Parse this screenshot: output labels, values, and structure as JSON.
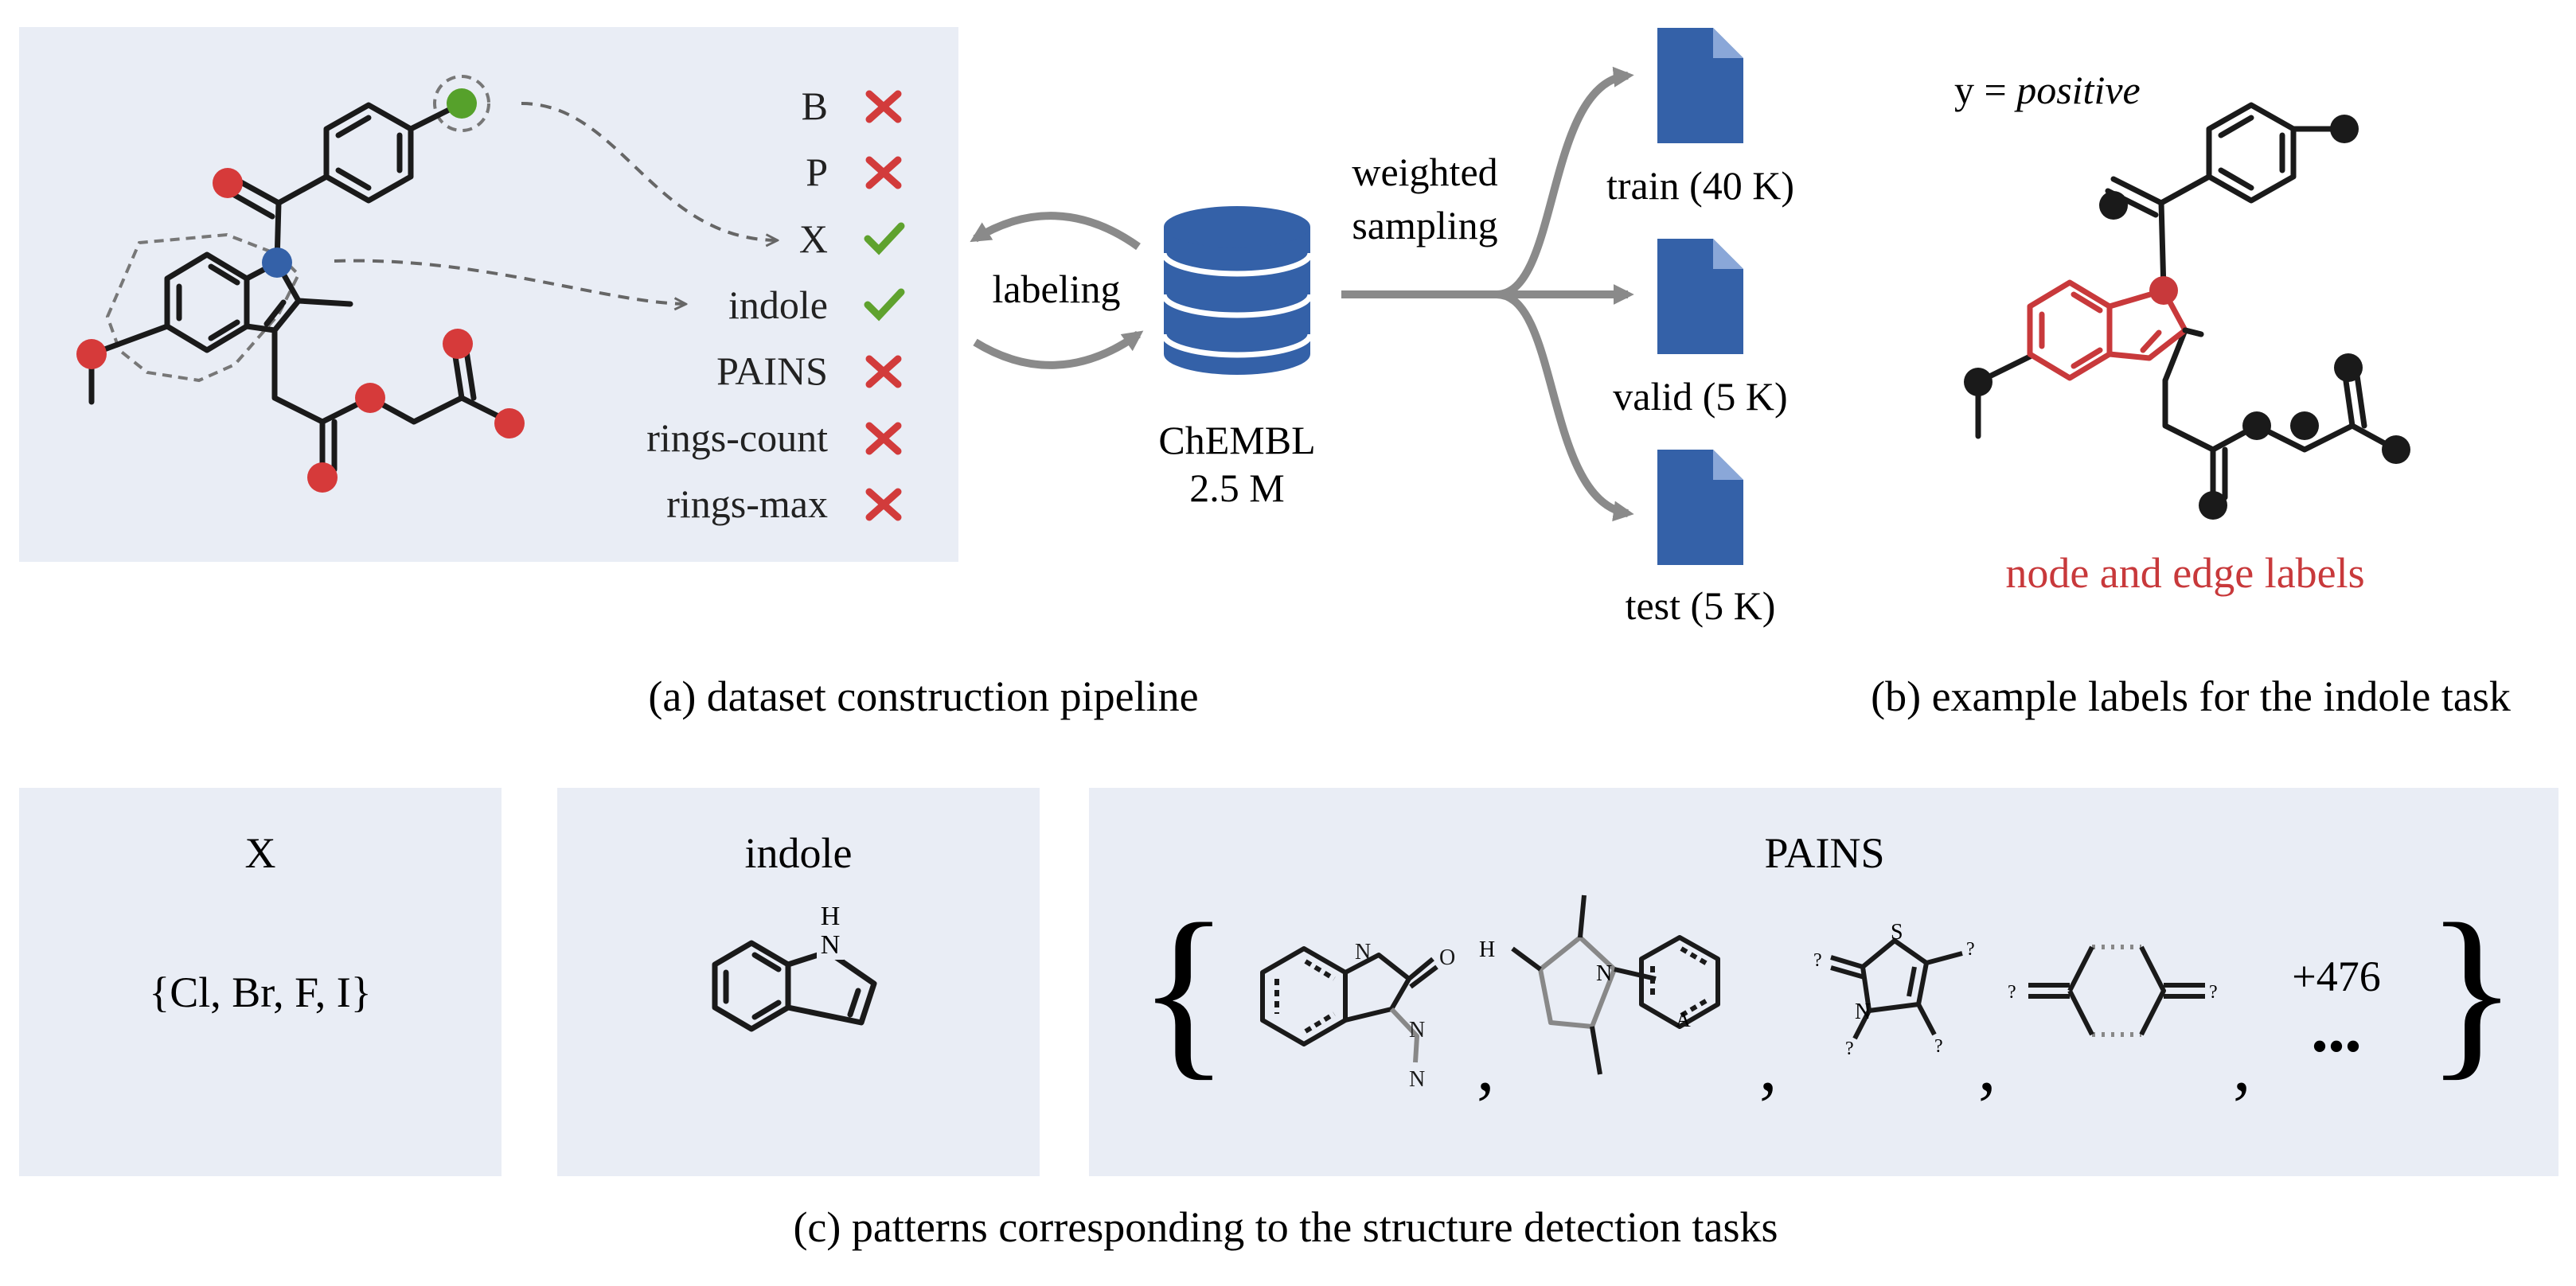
{
  "panel_a": {
    "checks": [
      {
        "label": "B",
        "result": "cross"
      },
      {
        "label": "P",
        "result": "cross"
      },
      {
        "label": "X",
        "result": "check"
      },
      {
        "label": "indole",
        "result": "check"
      },
      {
        "label": "PAINS",
        "result": "cross"
      },
      {
        "label": "rings-count",
        "result": "cross"
      },
      {
        "label": "rings-max",
        "result": "cross"
      }
    ],
    "labeling": "labeling",
    "database_name": "ChEMBL",
    "database_size": "2.5 M",
    "sampling_line1": "weighted",
    "sampling_line2": "sampling",
    "splits": [
      {
        "label": "train (40 K)"
      },
      {
        "label": "valid (5 K)"
      },
      {
        "label": "test (5 K)"
      }
    ],
    "caption": "(a) dataset construction pipeline"
  },
  "panel_b": {
    "y_prefix": "y = ",
    "y_value": "positive",
    "highlight_label": "node and edge labels",
    "caption": "(b) example labels for the indole task"
  },
  "panel_c": {
    "x_title": "X",
    "x_set": "{Cl, Br, F, I}",
    "indole_title": "indole",
    "indole_nh": "H",
    "indole_n": "N",
    "pains_title": "PAINS",
    "pains_more": "+476",
    "pains_ellipsis": "•••",
    "comma": ",",
    "brace_left": "{",
    "brace_right": "}",
    "atoms": {
      "N": "N",
      "O": "O",
      "H": "H",
      "S": "S",
      "A": "A",
      "Q": "?"
    },
    "caption": "(c) patterns corresponding to the structure detection tasks"
  },
  "colors": {
    "panel_bg": "#e9edf5",
    "bond": "#1a1a1a",
    "atom_red": "#d63a3a",
    "atom_blue": "#3461a8",
    "atom_green": "#56a12b",
    "cross_red": "#d23b3b",
    "check_green": "#5fa22e",
    "db_blue": "#3461a8",
    "arrow_gray": "#8a8a8a",
    "highlight_red": "#c8393b"
  }
}
